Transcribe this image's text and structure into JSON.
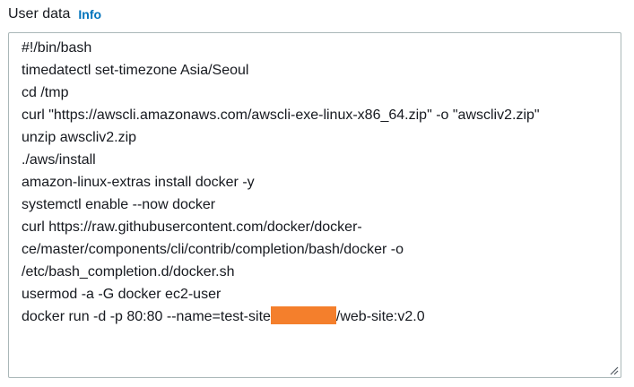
{
  "field": {
    "label": "User data",
    "info_link": "Info"
  },
  "user_data": {
    "lines": [
      "#!/bin/bash",
      "timedatectl set-timezone Asia/Seoul",
      "cd /tmp",
      "curl \"https://awscli.amazonaws.com/awscli-exe-linux-x86_64.zip\" -o \"awscliv2.zip\"",
      "unzip awscliv2.zip",
      "./aws/install",
      "amazon-linux-extras install docker -y",
      "systemctl enable --now docker",
      "curl https://raw.githubusercontent.com/docker/docker-",
      "ce/master/components/cli/contrib/completion/bash/docker -o",
      "/etc/bash_completion.d/docker.sh",
      "usermod -a -G docker ec2-user"
    ],
    "last_line_before_redaction": "docker run -d -p 80:80 --name=test-site",
    "last_line_after_redaction": "/web-site:v2.0"
  },
  "colors": {
    "redaction": "#f47f2c",
    "info_link": "#0073bb",
    "border": "#aab7b8",
    "text": "#16191f"
  },
  "icons": {
    "resize_handle": "resize-grip-icon"
  }
}
